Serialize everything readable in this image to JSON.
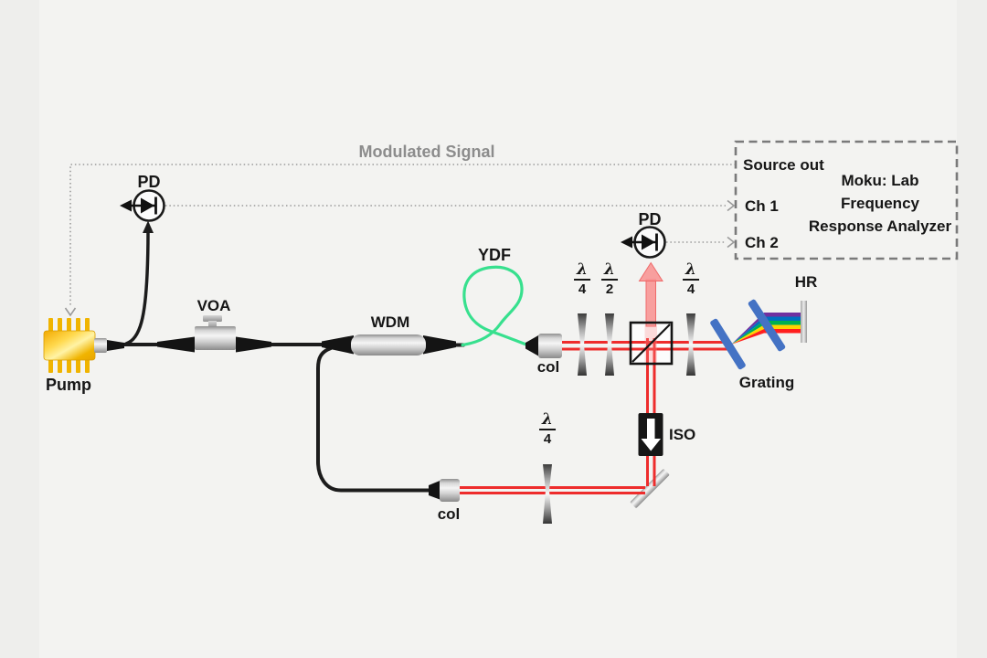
{
  "scene": {
    "modulated_signal": "Modulated Signal",
    "labels": {
      "pump": "Pump",
      "pd_top": "PD",
      "pd_mid": "PD",
      "voa": "VOA",
      "wdm": "WDM",
      "ydf": "YDF",
      "col_top": "col",
      "col_bottom": "col",
      "iso": "ISO",
      "grating": "Grating",
      "hr": "HR"
    },
    "waveplates": {
      "lambda": "λ",
      "wp1_den": "4",
      "wp2_den": "2",
      "wp3_den": "4",
      "wp4_den": "4"
    },
    "analyzer": {
      "port_source": "Source out",
      "port_ch1": "Ch 1",
      "port_ch2": "Ch 2",
      "name_line1": "Moku: Lab",
      "name_line2": "Frequency",
      "name_line3": "Response Analyzer"
    },
    "colors": {
      "beam_red": "#ee2c2c",
      "fiber_green": "#37e08e",
      "fiber_black": "#1c1c1c",
      "grating_blue": "#4472c4",
      "pump_gold": "#ffc421",
      "signal_arrow_pink": "#f88f8f",
      "dotted_gray": "#9a9a9a",
      "dashed_box_gray": "#7a7a7a",
      "rainbow": [
        "#7030a0",
        "#0070c0",
        "#00b050",
        "#ffd400",
        "#ff1f1f"
      ]
    }
  }
}
